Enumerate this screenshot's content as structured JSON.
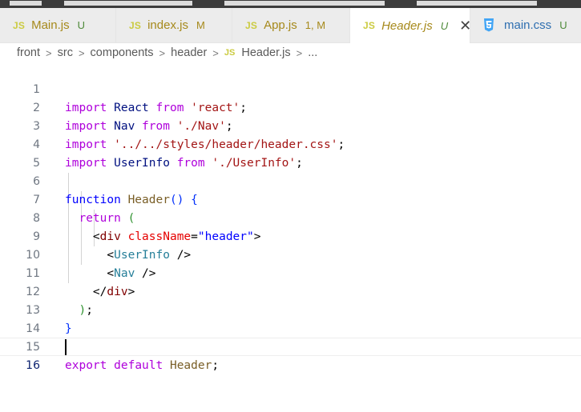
{
  "tabs": [
    {
      "icon": "JS",
      "name": "Main.js",
      "status": "U",
      "status_kind": "untracked"
    },
    {
      "icon": "JS",
      "name": "index.js",
      "status": "M",
      "status_kind": "modified"
    },
    {
      "icon": "JS",
      "name": "App.js",
      "status": "1, M",
      "status_kind": "modified"
    },
    {
      "icon": "JS",
      "name": "Header.js",
      "status": "U",
      "status_kind": "untracked",
      "active": true,
      "close": "✕"
    },
    {
      "icon": "css3-icon",
      "name": "main.css",
      "status": "U",
      "status_kind": "untracked"
    }
  ],
  "breadcrumb": {
    "items": [
      "front",
      "src",
      "components",
      "header"
    ],
    "file_icon": "JS",
    "file": "Header.js",
    "more": "...",
    "separator": ">"
  },
  "editor": {
    "line_numbers": [
      "1",
      "2",
      "3",
      "4",
      "5",
      "6",
      "7",
      "8",
      "9",
      "10",
      "11",
      "12",
      "13",
      "14",
      "15",
      "16"
    ],
    "current_line": "16",
    "lines": [
      {
        "kw": "import",
        "a": " React ",
        "from": "from",
        "sp": " ",
        "str": "'react'",
        "end": ";"
      },
      {
        "kw": "import",
        "a": " Nav ",
        "from": "from",
        "sp": " ",
        "str": "'./Nav'",
        "end": ";"
      },
      {
        "kw": "import",
        "a": " ",
        "str": "'../../styles/header/header.css'",
        "end": ";"
      },
      {
        "kw": "import",
        "a": " UserInfo ",
        "from": "from",
        "sp": " ",
        "str": "'./UserInfo'",
        "end": ";"
      },
      {},
      {
        "function": "function",
        "name": "Header",
        "parens": "()",
        "brace": "{"
      },
      {
        "return": "return",
        "paren": "("
      },
      {
        "lt": "<",
        "tag": "div",
        "attr": "className",
        "eq": "=",
        "val": "\"header\"",
        "gt": ">"
      },
      {
        "lt": "<",
        "comp": "UserInfo",
        "close": " />"
      },
      {
        "lt": "<",
        "comp": "Nav",
        "close": " />"
      },
      {
        "lt": "</",
        "tag": "div",
        "gt": ">"
      },
      {
        "paren": ")",
        "end": ";"
      },
      {
        "brace": "}"
      },
      {},
      {
        "export": "export",
        "default": "default",
        "name": "Header",
        "end": ";"
      },
      {}
    ]
  },
  "colors": {
    "keyword_purple": "#af00db",
    "keyword_blue": "#0000ff",
    "string": "#a31515",
    "function": "#795e26",
    "tag": "#800000",
    "component": "#267f99"
  }
}
